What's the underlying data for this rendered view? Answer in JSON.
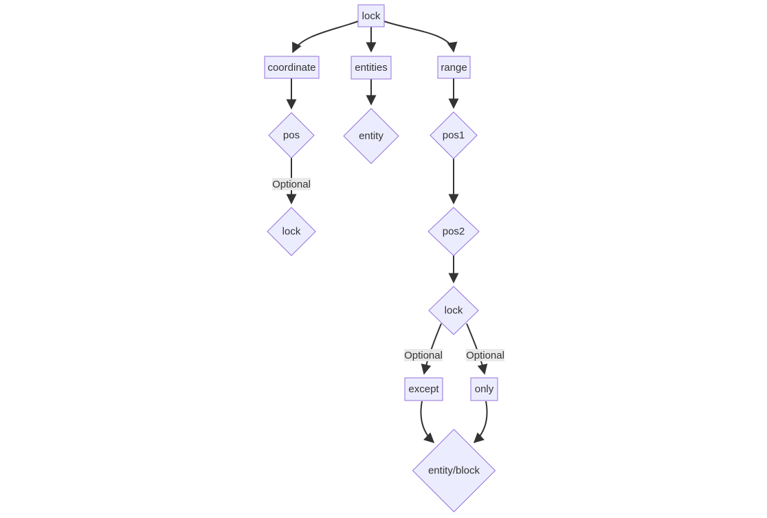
{
  "diagram": {
    "type": "flowchart",
    "direction": "top-down",
    "background": "#ffffff",
    "colors": {
      "node_fill": "#ECECFF",
      "node_border": "#9370DB",
      "edge_stroke": "#333333",
      "text": "#333333",
      "edge_label_bg": "#e8e8e8"
    },
    "nodes": [
      {
        "id": "lock-root",
        "label": "lock",
        "shape": "rect"
      },
      {
        "id": "coordinate",
        "label": "coordinate",
        "shape": "rect"
      },
      {
        "id": "entities",
        "label": "entities",
        "shape": "rect"
      },
      {
        "id": "range",
        "label": "range",
        "shape": "rect"
      },
      {
        "id": "pos",
        "label": "pos",
        "shape": "diamond"
      },
      {
        "id": "entity",
        "label": "entity",
        "shape": "diamond"
      },
      {
        "id": "pos1",
        "label": "pos1",
        "shape": "diamond"
      },
      {
        "id": "lock-coord",
        "label": "lock",
        "shape": "diamond"
      },
      {
        "id": "pos2",
        "label": "pos2",
        "shape": "diamond"
      },
      {
        "id": "lock-range",
        "label": "lock",
        "shape": "diamond"
      },
      {
        "id": "except",
        "label": "except",
        "shape": "rect"
      },
      {
        "id": "only",
        "label": "only",
        "shape": "rect"
      },
      {
        "id": "entity-block",
        "label": "entity/block",
        "shape": "diamond"
      }
    ],
    "edges": [
      {
        "from": "lock-root",
        "to": "coordinate",
        "label": ""
      },
      {
        "from": "lock-root",
        "to": "entities",
        "label": ""
      },
      {
        "from": "lock-root",
        "to": "range",
        "label": ""
      },
      {
        "from": "coordinate",
        "to": "pos",
        "label": ""
      },
      {
        "from": "entities",
        "to": "entity",
        "label": ""
      },
      {
        "from": "range",
        "to": "pos1",
        "label": ""
      },
      {
        "from": "pos",
        "to": "lock-coord",
        "label": "Optional"
      },
      {
        "from": "pos1",
        "to": "pos2",
        "label": ""
      },
      {
        "from": "pos2",
        "to": "lock-range",
        "label": ""
      },
      {
        "from": "lock-range",
        "to": "except",
        "label": "Optional"
      },
      {
        "from": "lock-range",
        "to": "only",
        "label": "Optional"
      },
      {
        "from": "except",
        "to": "entity-block",
        "label": ""
      },
      {
        "from": "only",
        "to": "entity-block",
        "label": ""
      }
    ]
  }
}
